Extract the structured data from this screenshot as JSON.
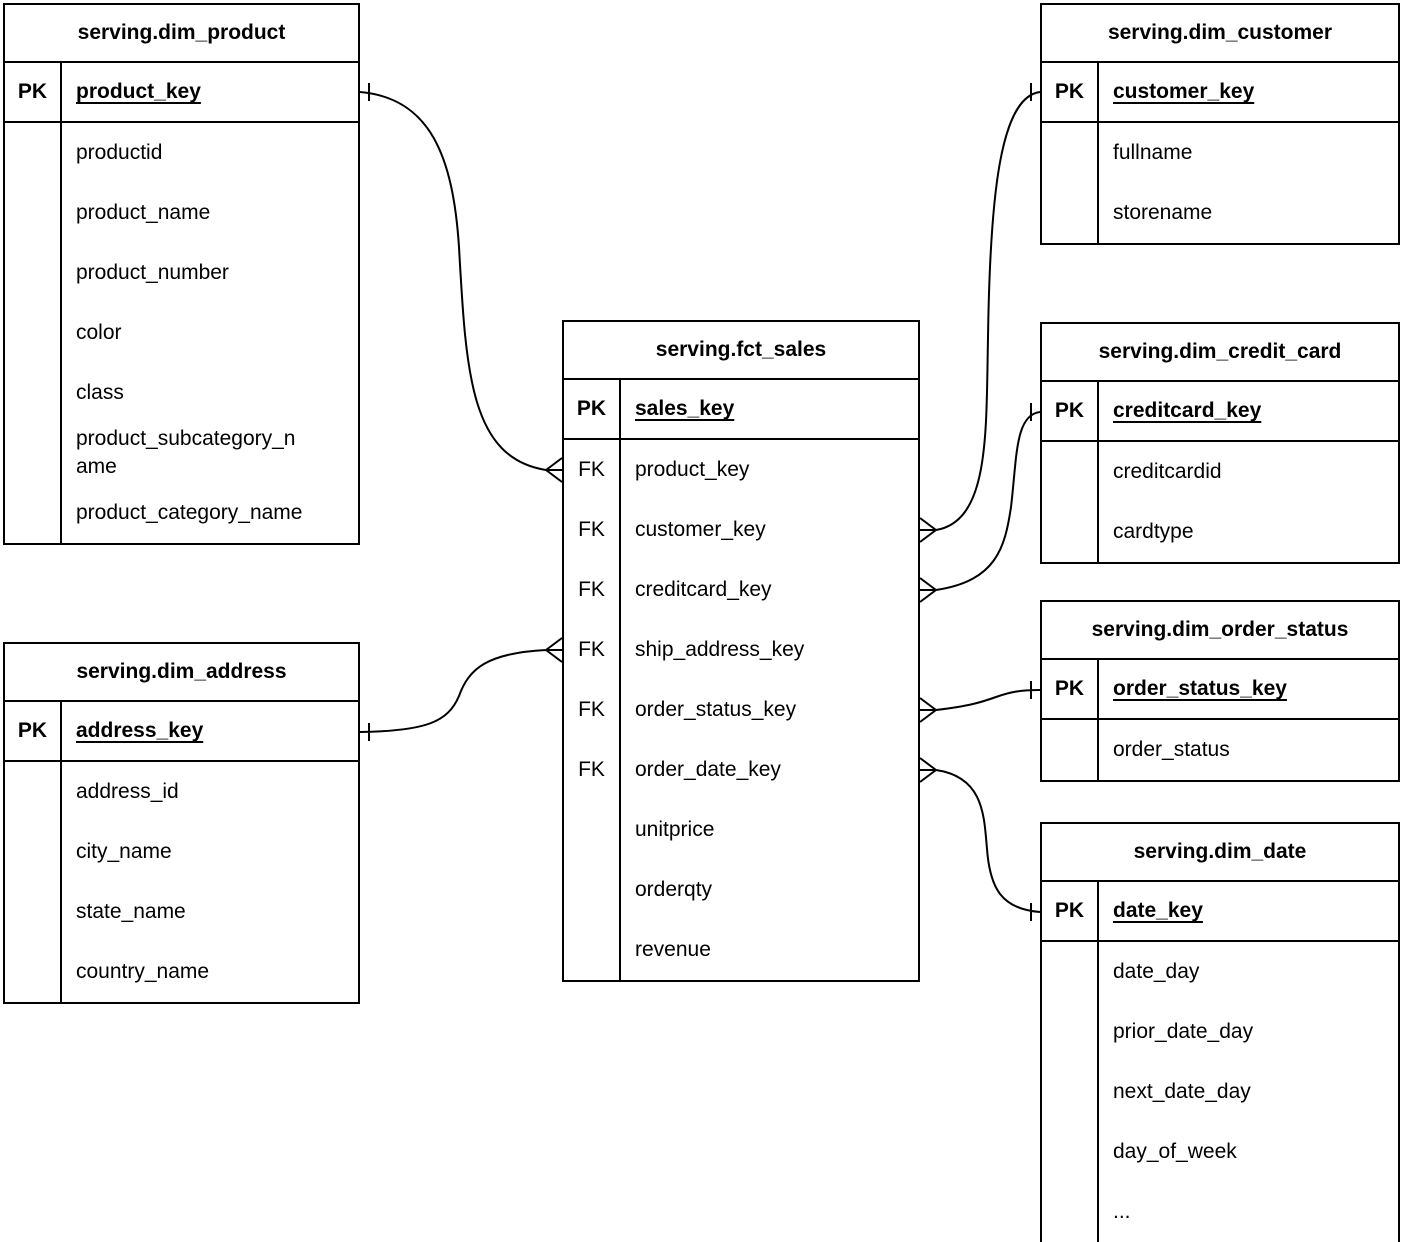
{
  "colors": {
    "background": "#ffffff",
    "line": "#000000",
    "text": "#000000"
  },
  "tables": {
    "dim_product": {
      "title": "serving.dim_product",
      "key_header": "PK",
      "primary_key": "product_key",
      "rows": [
        "productid",
        "product_name",
        "product_number",
        "color",
        "class",
        "product_subcategory_name",
        "product_category_name"
      ]
    },
    "dim_address": {
      "title": "serving.dim_address",
      "key_header": "PK",
      "primary_key": "address_key",
      "rows": [
        "address_id",
        "city_name",
        "state_name",
        "country_name"
      ]
    },
    "fct_sales": {
      "title": "serving.fct_sales",
      "key_header": "PK",
      "primary_key": "sales_key",
      "rows": [
        {
          "key": "FK",
          "name": "product_key"
        },
        {
          "key": "FK",
          "name": "customer_key"
        },
        {
          "key": "FK",
          "name": "creditcard_key"
        },
        {
          "key": "FK",
          "name": "ship_address_key"
        },
        {
          "key": "FK",
          "name": "order_status_key"
        },
        {
          "key": "FK",
          "name": "order_date_key"
        },
        {
          "key": "",
          "name": "unitprice"
        },
        {
          "key": "",
          "name": "orderqty"
        },
        {
          "key": "",
          "name": "revenue"
        }
      ]
    },
    "dim_customer": {
      "title": "serving.dim_customer",
      "key_header": "PK",
      "primary_key": "customer_key",
      "rows": [
        "fullname",
        "storename"
      ]
    },
    "dim_credit_card": {
      "title": "serving.dim_credit_card",
      "key_header": "PK",
      "primary_key": "creditcard_key",
      "rows": [
        "creditcardid",
        "cardtype"
      ]
    },
    "dim_order_status": {
      "title": "serving.dim_order_status",
      "key_header": "PK",
      "primary_key": "order_status_key",
      "rows": [
        "order_status"
      ]
    },
    "dim_date": {
      "title": "serving.dim_date",
      "key_header": "PK",
      "primary_key": "date_key",
      "rows": [
        "date_day",
        "prior_date_day",
        "next_date_day",
        "day_of_week",
        "..."
      ]
    }
  },
  "relationships": [
    {
      "one_side": "serving.dim_product.product_key",
      "many_side": "serving.fct_sales.product_key",
      "cardinality": "one-to-many"
    },
    {
      "one_side": "serving.dim_address.address_key",
      "many_side": "serving.fct_sales.ship_address_key",
      "cardinality": "one-to-many"
    },
    {
      "one_side": "serving.dim_customer.customer_key",
      "many_side": "serving.fct_sales.customer_key",
      "cardinality": "one-to-many"
    },
    {
      "one_side": "serving.dim_credit_card.creditcard_key",
      "many_side": "serving.fct_sales.creditcard_key",
      "cardinality": "one-to-many"
    },
    {
      "one_side": "serving.dim_order_status.order_status_key",
      "many_side": "serving.fct_sales.order_status_key",
      "cardinality": "one-to-many"
    },
    {
      "one_side": "serving.dim_date.date_key",
      "many_side": "serving.fct_sales.order_date_key",
      "cardinality": "one-to-many"
    }
  ]
}
